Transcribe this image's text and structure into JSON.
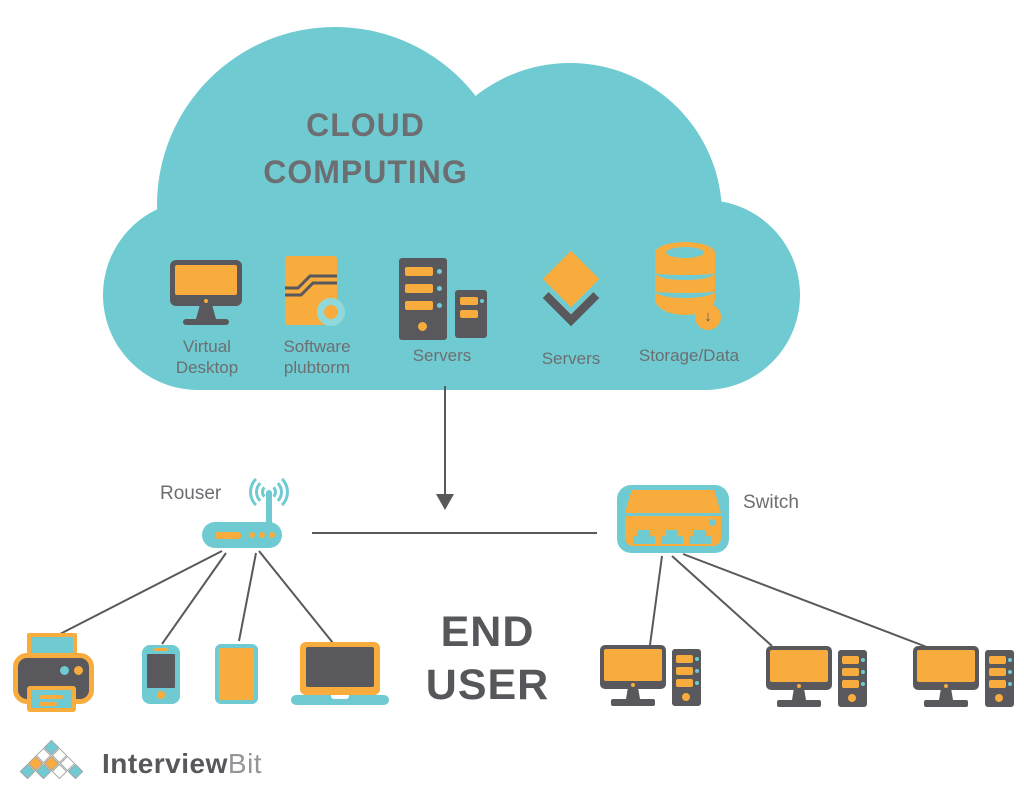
{
  "colors": {
    "teal": "#6FCBD1",
    "teal_light": "#8FD9DD",
    "orange": "#F8AC3D",
    "dark": "#59585C",
    "text_gray": "#6D6E71",
    "line_gray": "#58595B",
    "white": "#FFFFFF"
  },
  "cloud": {
    "title": "CLOUD COMPUTING",
    "items": [
      {
        "icon": "desktop-monitor-icon",
        "label": "Virtual Desktop"
      },
      {
        "icon": "software-box-icon",
        "label": "Software plubtorm"
      },
      {
        "icon": "server-towers-icon",
        "label": "Servers"
      },
      {
        "icon": "layered-servers-icon",
        "label": "Servers"
      },
      {
        "icon": "database-storage-icon",
        "label": "Storage/Data"
      }
    ]
  },
  "icons": {
    "download_arrow": "↓"
  },
  "network": {
    "router_label": "Rouser",
    "switch_label": "Switch"
  },
  "end_user": {
    "label": "END USER"
  },
  "devices_left": [
    "printer",
    "smartphone",
    "tablet",
    "laptop"
  ],
  "devices_right": [
    "desktop-computer",
    "desktop-computer",
    "desktop-computer"
  ],
  "logo": {
    "text_primary": "Interview",
    "text_secondary": "Bit",
    "pyramid_rows": [
      [
        "teal"
      ],
      [
        "white",
        "white"
      ],
      [
        "orange",
        "orange",
        "white"
      ],
      [
        "teal",
        "teal",
        "white",
        "teal"
      ]
    ]
  }
}
